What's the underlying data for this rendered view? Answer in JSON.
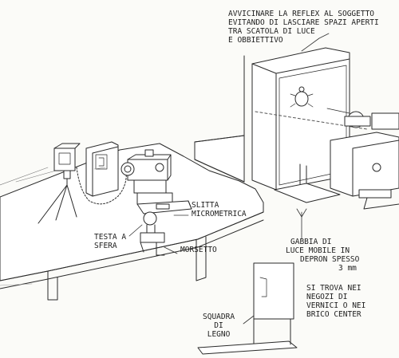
{
  "annotations": {
    "top_note": [
      "AVVICINARE LA REFLEX AL SOGGETTO",
      "EVITANDO DI LASCIARE SPAZI APERTI",
      "TRA SCATOLA DI LUCE",
      "E OBBIETTIVO"
    ],
    "slitta": [
      "SLITTA",
      "MICROMETRICA"
    ],
    "testa": [
      "TESTA A",
      "SFERA"
    ],
    "morsetto": "MORSETTO",
    "gabbia": [
      "GABBIA DI",
      "LUCE MOBILE IN",
      "DEPRON SPESSO",
      "3 mm"
    ],
    "trova": [
      "SI TROVA NEI",
      "NEGOZI DI",
      "VERNICI O NEI",
      "BRICO CENTER"
    ],
    "squadra": [
      "SQUADRA",
      "DI",
      "LEGNO"
    ]
  },
  "colors": {
    "ink": "#2a2a2a",
    "paper": "#fbfbf8",
    "shade": "#cfcfcf"
  }
}
